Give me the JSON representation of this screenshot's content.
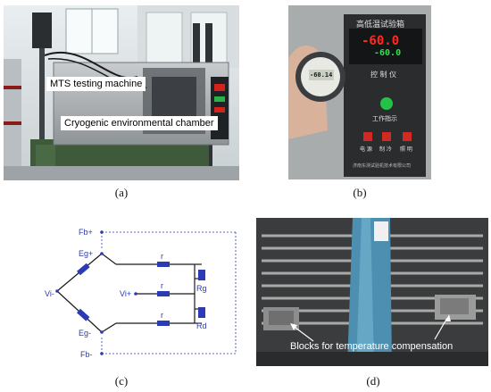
{
  "panels": {
    "a": {
      "caption": "(a)",
      "label_machine": "MTS testing machine",
      "label_chamber": "Cryogenic environmental chamber"
    },
    "b": {
      "caption": "(b)",
      "chamber_title": "高低温试验箱",
      "thermometer_reading": "-60.14",
      "controller_pv": "-60.0",
      "controller_sv": "-60.0",
      "controller_label": "控 制 仪",
      "work_indicator": "工作指示",
      "btn_power": "电 源",
      "btn_cool": "制 冷",
      "btn_light": "照 明",
      "maker": "济南东测试验机技术有限公司"
    },
    "c": {
      "caption": "(c)",
      "nodes": {
        "fb_plus": "Fb+",
        "eg_plus": "Eg+",
        "vi_minus": "Vi-",
        "vi_plus": "Vi+",
        "eg_minus": "Eg-",
        "fb_minus": "Fb-",
        "rg": "Rg",
        "rd": "Rd",
        "r1": "r",
        "r2": "r",
        "r3": "r"
      }
    },
    "d": {
      "caption": "(d)",
      "label_blocks": "Blocks for temperature compensation"
    }
  },
  "colors": {
    "circuit": "#2a3bb5",
    "red_display": "#ff2a1e",
    "green_display": "#2be04a"
  }
}
